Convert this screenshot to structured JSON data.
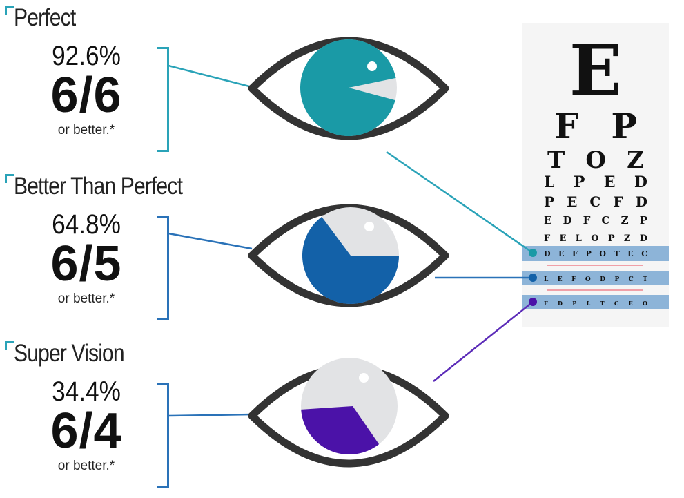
{
  "levels": [
    {
      "title": "Perfect",
      "percent": "92.6%",
      "ratio": "6/6",
      "note": "or better.*",
      "fill_fraction": 0.926,
      "color": "#1a9aa6",
      "line_color": "#2aa3b8"
    },
    {
      "title": "Better Than Perfect",
      "percent": "64.8%",
      "ratio": "6/5",
      "note": "or better.*",
      "fill_fraction": 0.648,
      "color": "#1361a8",
      "line_color": "#2a72b8"
    },
    {
      "title": "Super Vision",
      "percent": "34.4%",
      "ratio": "6/4",
      "note": "or better.*",
      "fill_fraction": 0.344,
      "color": "#4b12a8",
      "line_color": "#2a72b8"
    }
  ],
  "eye_chart": {
    "rows": [
      "E",
      "F P",
      "T O Z",
      "L P E D",
      "P E C F D",
      "E D F C Z P",
      "F E L O P Z D",
      "D E F P O T E C",
      "L E F O D P C T",
      "F D P L T C E O"
    ],
    "highlight_color": "#8db4d8",
    "divider_color": "#f0a0a8"
  }
}
